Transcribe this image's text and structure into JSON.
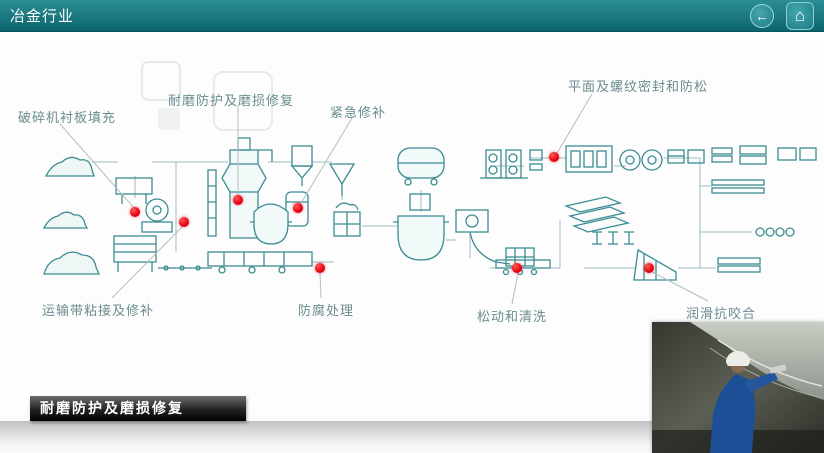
{
  "header": {
    "title": "冶金行业",
    "icons": {
      "back": "←",
      "home": "⌂"
    }
  },
  "hotspots": [
    {
      "id": "crusher-liner",
      "label": "破碎机衬板填充"
    },
    {
      "id": "wear-protection",
      "label": "耐磨防护及磨损修复"
    },
    {
      "id": "emergency-repair",
      "label": "紧急修补"
    },
    {
      "id": "sealing-antiloosening",
      "label": "平面及螺纹密封和防松"
    },
    {
      "id": "conveyor-belt",
      "label": "运输带粘接及修补"
    },
    {
      "id": "anticorrosion",
      "label": "防腐处理"
    },
    {
      "id": "loosening-cleaning",
      "label": "松动和清洗"
    },
    {
      "id": "lubrication",
      "label": "润滑抗咬合"
    }
  ],
  "banner": {
    "label": "耐磨防护及磨损修复"
  },
  "colors": {
    "header_teal": "#1b7e88",
    "diagram_teal": "#3a8c93",
    "hotspot_red": "#e60012",
    "label_gray_teal": "#6a8c90"
  }
}
